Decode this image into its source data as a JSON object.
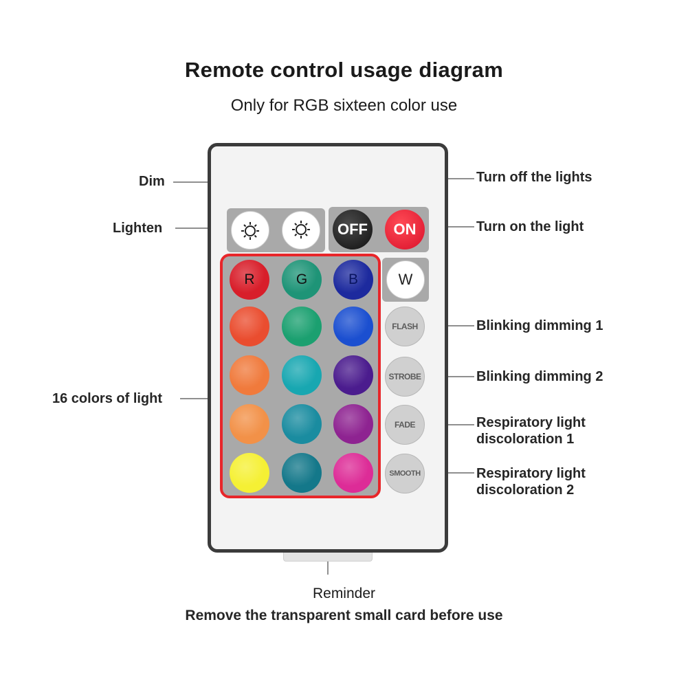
{
  "title": "Remote control usage diagram",
  "subtitle": "Only for RGB sixteen color use",
  "labels": {
    "dim": "Dim",
    "lighten": "Lighten",
    "off_lights": "Turn off the lights",
    "on_light": "Turn on the light",
    "flash_label": "Blinking dimming 1",
    "strobe_label": "Blinking dimming 2",
    "fade_label_1": "Respiratory light",
    "fade_label_2": "discoloration 1",
    "smooth_label_1": "Respiratory light",
    "smooth_label_2": "discoloration 2",
    "colors": "16 colors of light"
  },
  "buttons": {
    "off": "OFF",
    "on": "ON",
    "r": "R",
    "g": "G",
    "b": "B",
    "w": "W",
    "flash": "FLASH",
    "strobe": "STROBE",
    "fade": "FADE",
    "smooth": "SMOOTH"
  },
  "color_grid": [
    [
      "#d81e2a",
      "#1e9477",
      "#1d2a9e"
    ],
    [
      "#ea4d2f",
      "#1ba070",
      "#1b4fd0"
    ],
    [
      "#f07a3c",
      "#18a7b1",
      "#4b1c8e"
    ],
    [
      "#f29148",
      "#1a8ca0",
      "#8e2391"
    ],
    [
      "#f5f034",
      "#14788a",
      "#dd2c97"
    ]
  ],
  "reminder": "Reminder",
  "reminder_note": "Remove the transparent small card before use"
}
